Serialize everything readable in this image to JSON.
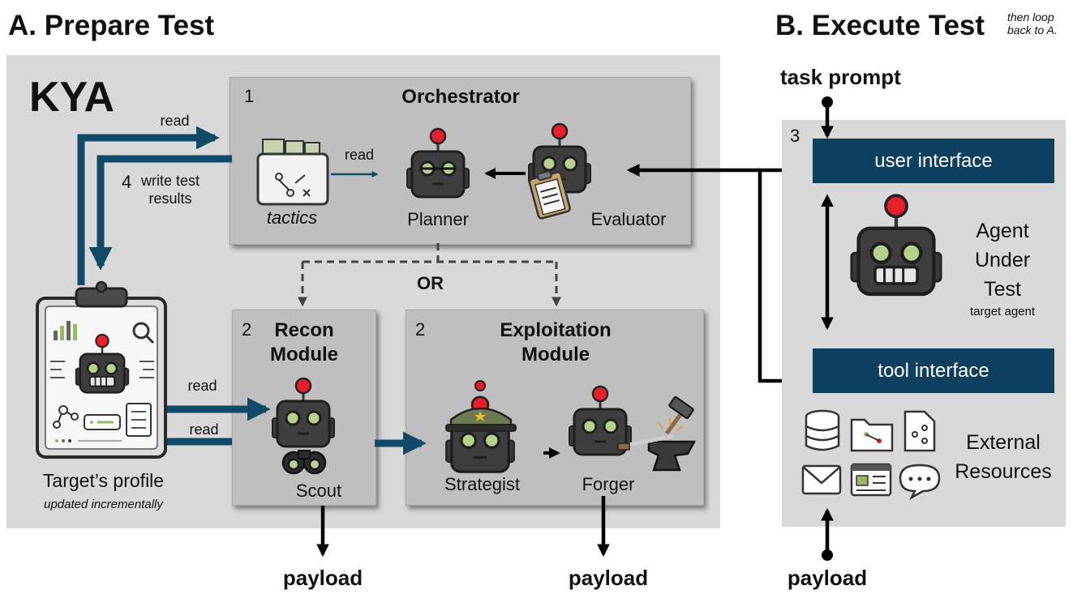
{
  "header": {
    "section_a": "A. Prepare Test",
    "section_b": "B. Execute Test",
    "note": [
      "then loop",
      "back to A."
    ]
  },
  "kya": "KYA",
  "orchestrator": {
    "number": "1",
    "title": "Orchestrator",
    "tactics": "tactics",
    "read": "read",
    "planner": "Planner",
    "evaluator": "Evaluator"
  },
  "or_label": "OR",
  "recon": {
    "number": "2",
    "title": [
      "Recon",
      "Module"
    ],
    "scout": "Scout"
  },
  "exploit": {
    "number": "2",
    "title": [
      "Exploitation",
      "Module"
    ],
    "strategist": "Strategist",
    "forger": "Forger"
  },
  "profile": {
    "label": "Target’s profile",
    "sublabel": "updated incrementally"
  },
  "arrows": {
    "read_top": "read",
    "write_num": "4",
    "write_label": [
      "write test",
      "results"
    ],
    "read_mid": "read",
    "read_low": "read"
  },
  "payloads": [
    "payload",
    "payload",
    "payload"
  ],
  "execute": {
    "task_prompt": "task prompt",
    "number": "3",
    "user_interface": "user interface",
    "agent": [
      "Agent",
      "Under",
      "Test"
    ],
    "agent_sub": "target agent",
    "tool_interface": "tool interface",
    "external": [
      "External",
      "Resources"
    ]
  },
  "colors": {
    "navy": "#0d3f5e",
    "teal_arrow": "#0f4b66",
    "robot": "#3a3a3a",
    "eye": "#b5d18a",
    "antenna": "#e8202a"
  },
  "icons": [
    "robot-icon",
    "tactics-folder-icon",
    "clipboard-icon",
    "binoculars-icon",
    "army-cap-icon",
    "anvil-hammer-icon",
    "database-icon",
    "folder-icon",
    "document-icon",
    "mail-icon",
    "browser-window-icon",
    "chat-bubble-icon"
  ]
}
